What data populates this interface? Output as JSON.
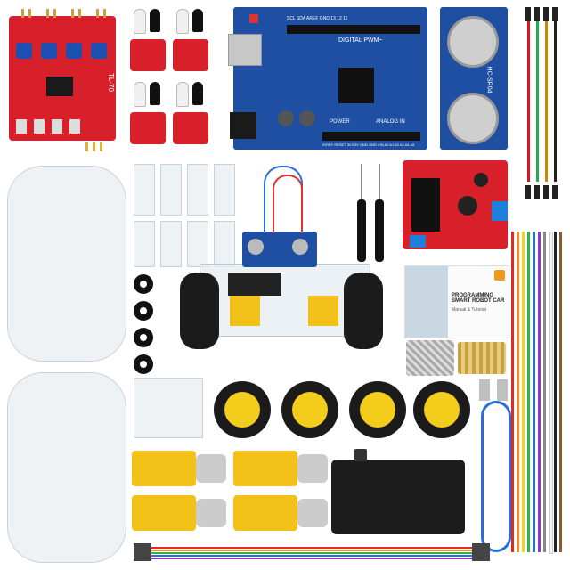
{
  "line_tracker": {
    "label": "TL-70"
  },
  "uno_board": {
    "title": "DIGITAL PWM~",
    "power": "POWER",
    "analog": "ANALOG IN",
    "pins_top": "SCL SDA AREF GND 13 12 11",
    "pins_bottom": "IOREF RESET 3V3 5V GND GND VIN A0 A1 A2 A3 A4 A5"
  },
  "ultrasonic": {
    "model": "HC-SR04"
  },
  "manual": {
    "title": "PROGRAMMING\nSMART ROBOT CAR",
    "subtitle": "Manual & Tutorial"
  },
  "colors": {
    "red_pcb": "#d8202a",
    "blue_pcb": "#1f4fa3",
    "wheel_yellow": "#f4cc1c",
    "motor_yellow": "#f2c21a",
    "acrylic": "#eef2f5",
    "cable_blue": "#2b6fd6"
  },
  "icons": [
    "ir-sensor-icon",
    "screwdriver-icon",
    "usb-cable-icon",
    "battery-box-icon"
  ]
}
